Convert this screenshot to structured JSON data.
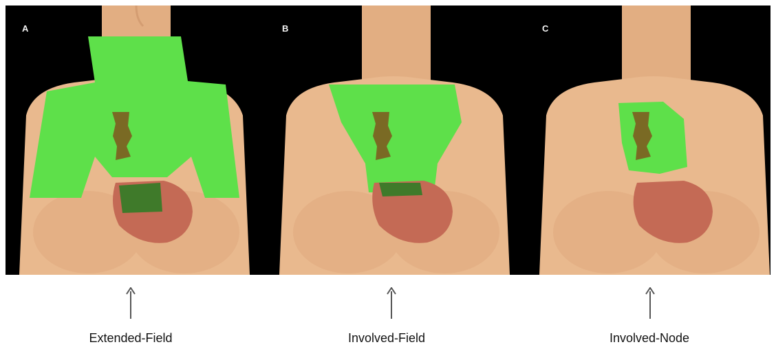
{
  "panels": [
    {
      "letter": "A",
      "caption": "Extended-Field",
      "field": "extended"
    },
    {
      "letter": "B",
      "caption": "Involved-Field",
      "field": "involved-field"
    },
    {
      "letter": "C",
      "caption": "Involved-Node",
      "field": "involved-node"
    }
  ],
  "colors": {
    "background": "#000000",
    "skin": "#e9b98e",
    "skin_shadow": "#d49d72",
    "radiation_field": "#5ee04a",
    "heart": "#c46a55",
    "spine": "#7a6a24",
    "arrow": "#555555"
  }
}
